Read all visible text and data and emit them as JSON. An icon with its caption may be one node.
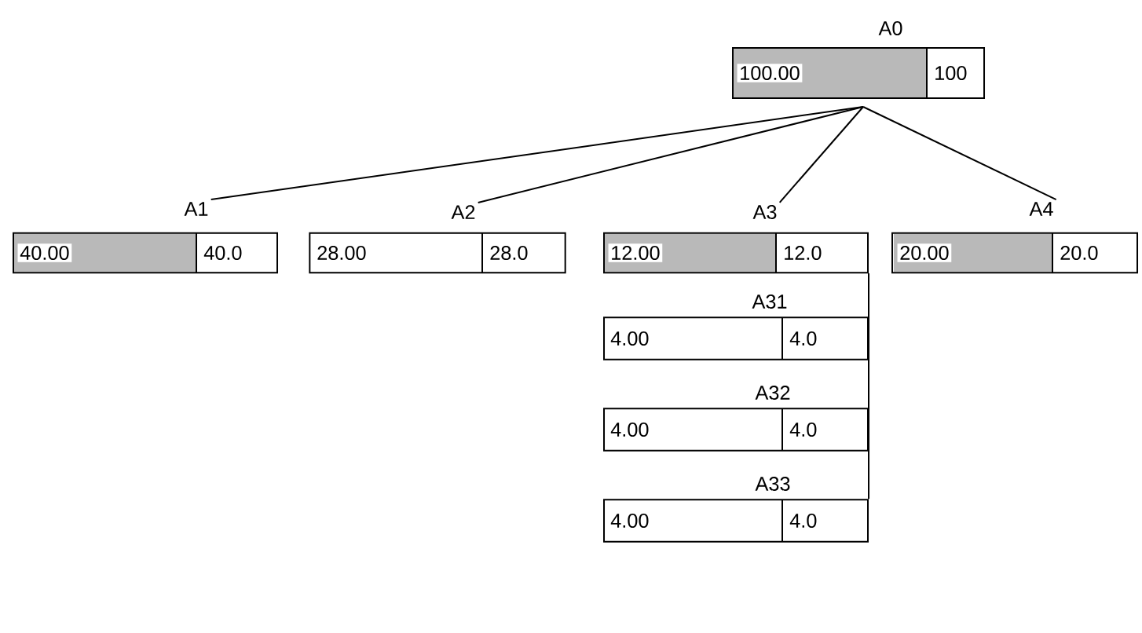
{
  "diagram": {
    "nodes": [
      {
        "text": [
          "A0",
          "100.00",
          "100"
        ]
      },
      {
        "text": [
          "A1",
          "40.00",
          "40.0"
        ]
      },
      {
        "text": [
          "A2",
          "28.00",
          "28.0"
        ]
      },
      {
        "text": [
          "A3",
          "12.00",
          "12.0"
        ]
      },
      {
        "text": [
          "A4",
          "20.00",
          "20.0"
        ]
      },
      {
        "text": [
          "A31",
          "4.00",
          "4.0"
        ]
      },
      {
        "text": [
          "A32",
          "4.00",
          "4.0"
        ]
      },
      {
        "text": [
          "A33",
          "4.00",
          "4.0"
        ]
      }
    ],
    "edges": [
      {
        "from": 0,
        "to": 1,
        "arrow": "none"
      },
      {
        "from": 0,
        "to": 2,
        "arrow": "none"
      },
      {
        "from": 0,
        "to": 3,
        "arrow": "none"
      },
      {
        "from": 0,
        "to": 4,
        "arrow": "none"
      },
      {
        "from": 3,
        "to": 5,
        "arrow": "none"
      },
      {
        "from": 3,
        "to": 6,
        "arrow": "none"
      },
      {
        "from": 3,
        "to": 7,
        "arrow": "none"
      }
    ]
  }
}
